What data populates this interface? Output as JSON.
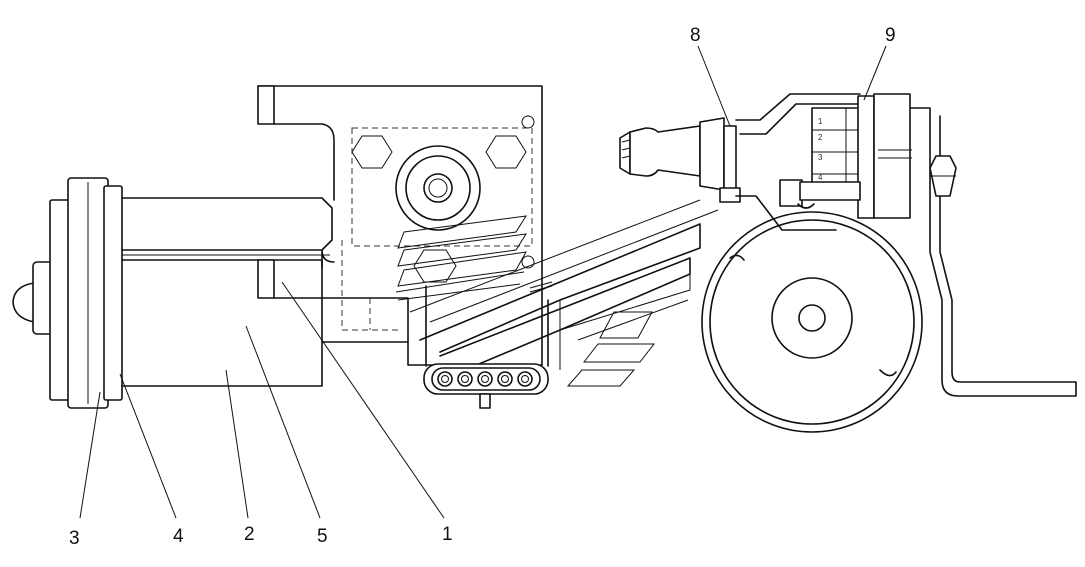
{
  "callouts": {
    "c1": "1",
    "c2": "2",
    "c3": "3",
    "c4": "4",
    "c5": "5",
    "c8": "8",
    "c9": "9"
  },
  "scale_marks": [
    "1",
    "2",
    "3",
    "4"
  ],
  "colors": {
    "line": "#111111",
    "background": "#ffffff"
  }
}
